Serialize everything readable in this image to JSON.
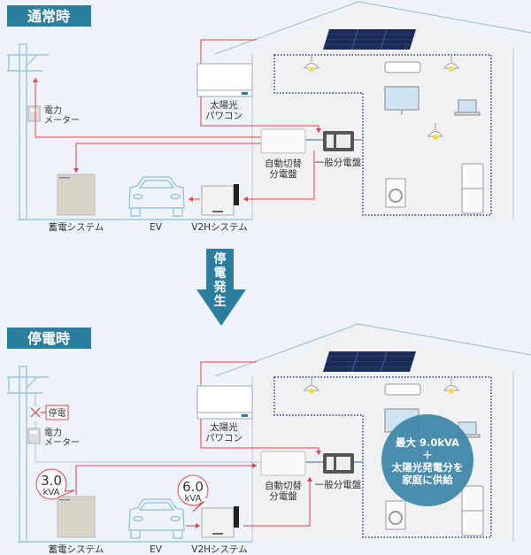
{
  "colors": {
    "accent": "#2b7e9e",
    "power_line": "#e0434a",
    "background": "#eef3f9",
    "house": "#f0f1f2",
    "bubble": "#3f88a8"
  },
  "panels": [
    {
      "title": "通常時",
      "meter_label": [
        "電力",
        "メーター"
      ],
      "pcs_label": [
        "太陽光",
        "パワコン"
      ],
      "auto_panel_label": [
        "自動切替",
        "分電盤"
      ],
      "general_panel_label": "一般分電盤",
      "battery_label": "蓄電システム",
      "ev_label": "EV",
      "v2h_label": "V2Hシステム"
    },
    {
      "title": "停電時",
      "outage_label": "停電",
      "meter_label": [
        "電力",
        "メーター"
      ],
      "pcs_label": [
        "太陽光",
        "パワコン"
      ],
      "auto_panel_label": [
        "自動切替",
        "分電盤"
      ],
      "general_panel_label": "一般分電盤",
      "battery_label": "蓄電システム",
      "ev_label": "EV",
      "v2h_label": "V2Hシステム",
      "battery_output": [
        "3.0",
        "kVA"
      ],
      "v2h_output": [
        "6.0",
        "kVA"
      ],
      "supply_note": [
        "最大 9.0kVA",
        "＋",
        "太陽光発電分を",
        "家庭に供給"
      ]
    }
  ],
  "transition_arrow": [
    "停",
    "電",
    "発",
    "生"
  ]
}
